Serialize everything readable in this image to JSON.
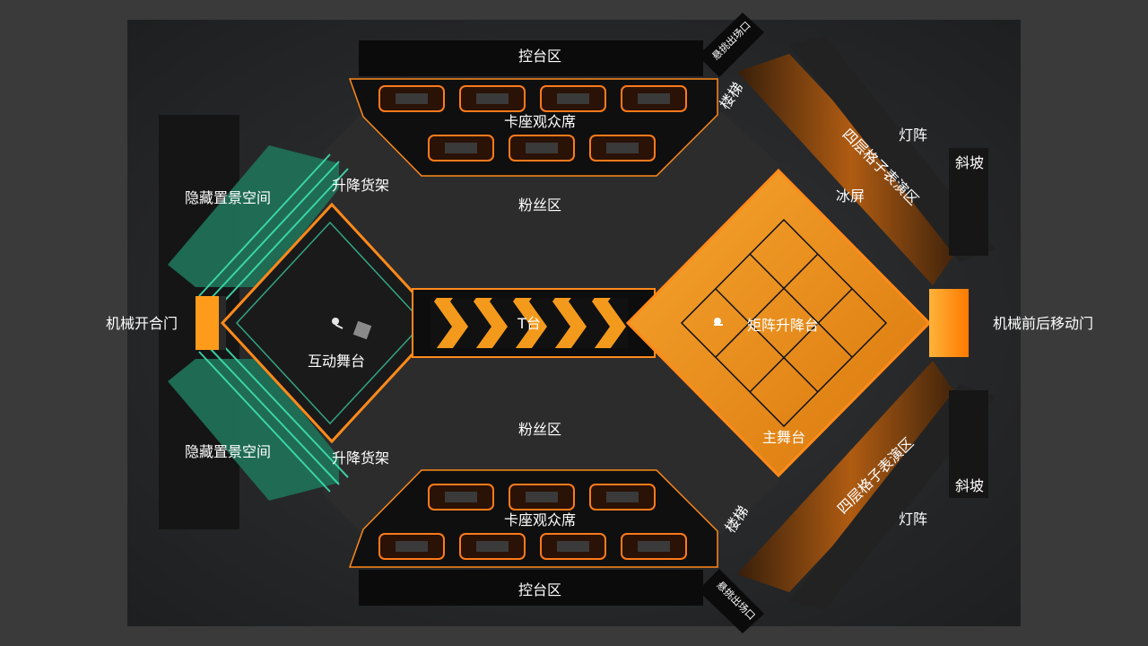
{
  "colors": {
    "page_bg": "#3a3a3b",
    "venue_bg": "#242526",
    "floor": "#2c2c2d",
    "orange": "#f39a1c",
    "orange_dark": "#d9770c",
    "neon_orange": "#ff8a1a",
    "teal": "#1f6f56",
    "teal_glow": "#3fe0b0",
    "black": "#0a0a0a",
    "label": "#ffffff"
  },
  "labels": {
    "control_top": "控台区",
    "control_bottom": "控台区",
    "booth_top": "卡座观众席",
    "booth_bottom": "卡座观众席",
    "fan_top": "粉丝区",
    "fan_bottom": "粉丝区",
    "t_stage": "T台",
    "interactive_stage": "互动舞台",
    "matrix_lift": "矩阵升降台",
    "main_stage": "主舞台",
    "hidden_space_top": "隐藏置景空间",
    "hidden_space_bottom": "隐藏置景空间",
    "lift_rack_top": "升降货架",
    "lift_rack_bottom": "升降货架",
    "mech_door_left": "机械开合门",
    "mech_door_right": "机械前后移动门",
    "lattice_zone_top": "四层格子表演区",
    "lattice_zone_bottom": "四层格子表演区",
    "light_array_top": "灯阵",
    "light_array_bottom": "灯阵",
    "ramp_top": "斜坡",
    "ramp_bottom": "斜坡",
    "ice_screen": "冰屏",
    "stairs_top": "楼梯",
    "stairs_bottom": "楼梯",
    "exit_top": "悬挑出场口",
    "exit_bottom": "悬挑出场口"
  }
}
